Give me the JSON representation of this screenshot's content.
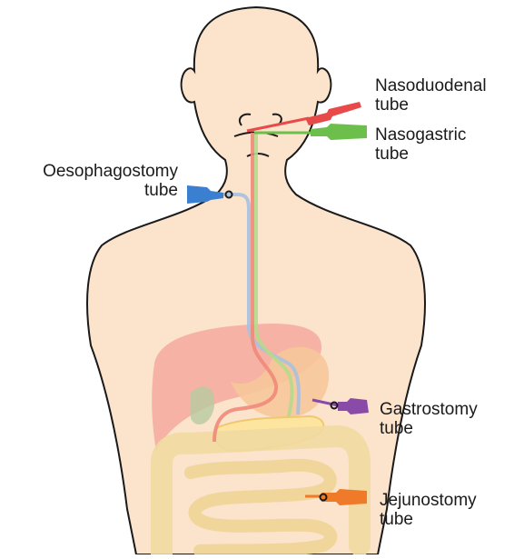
{
  "labels": {
    "nasoduodenal": {
      "line1": "Nasoduodenal",
      "line2": "tube"
    },
    "nasogastric": {
      "line1": "Nasogastric",
      "line2": "tube"
    },
    "oesophagostomy": {
      "line1": "Oesophagostomy",
      "line2": "tube"
    },
    "gastrostomy": {
      "line1": "Gastrostomy",
      "line2": "tube"
    },
    "jejunostomy": {
      "line1": "Jejunostomy",
      "line2": "tube"
    }
  },
  "colors": {
    "skin": "#fbe3cc",
    "outline": "#1a1a1a",
    "liver": "#f5a99c",
    "stomach": "#f7c79a",
    "pancreas": "#fde5a0",
    "intestine": "#f1d9a0",
    "nasoduodenal_tube": "#e84a4a",
    "nasogastric_tube": "#6cbf4a",
    "oesophagostomy_tube": "#3a7fd0",
    "gastrostomy_tube": "#8a4aa8",
    "jejunostomy_tube": "#ef7b2a"
  }
}
